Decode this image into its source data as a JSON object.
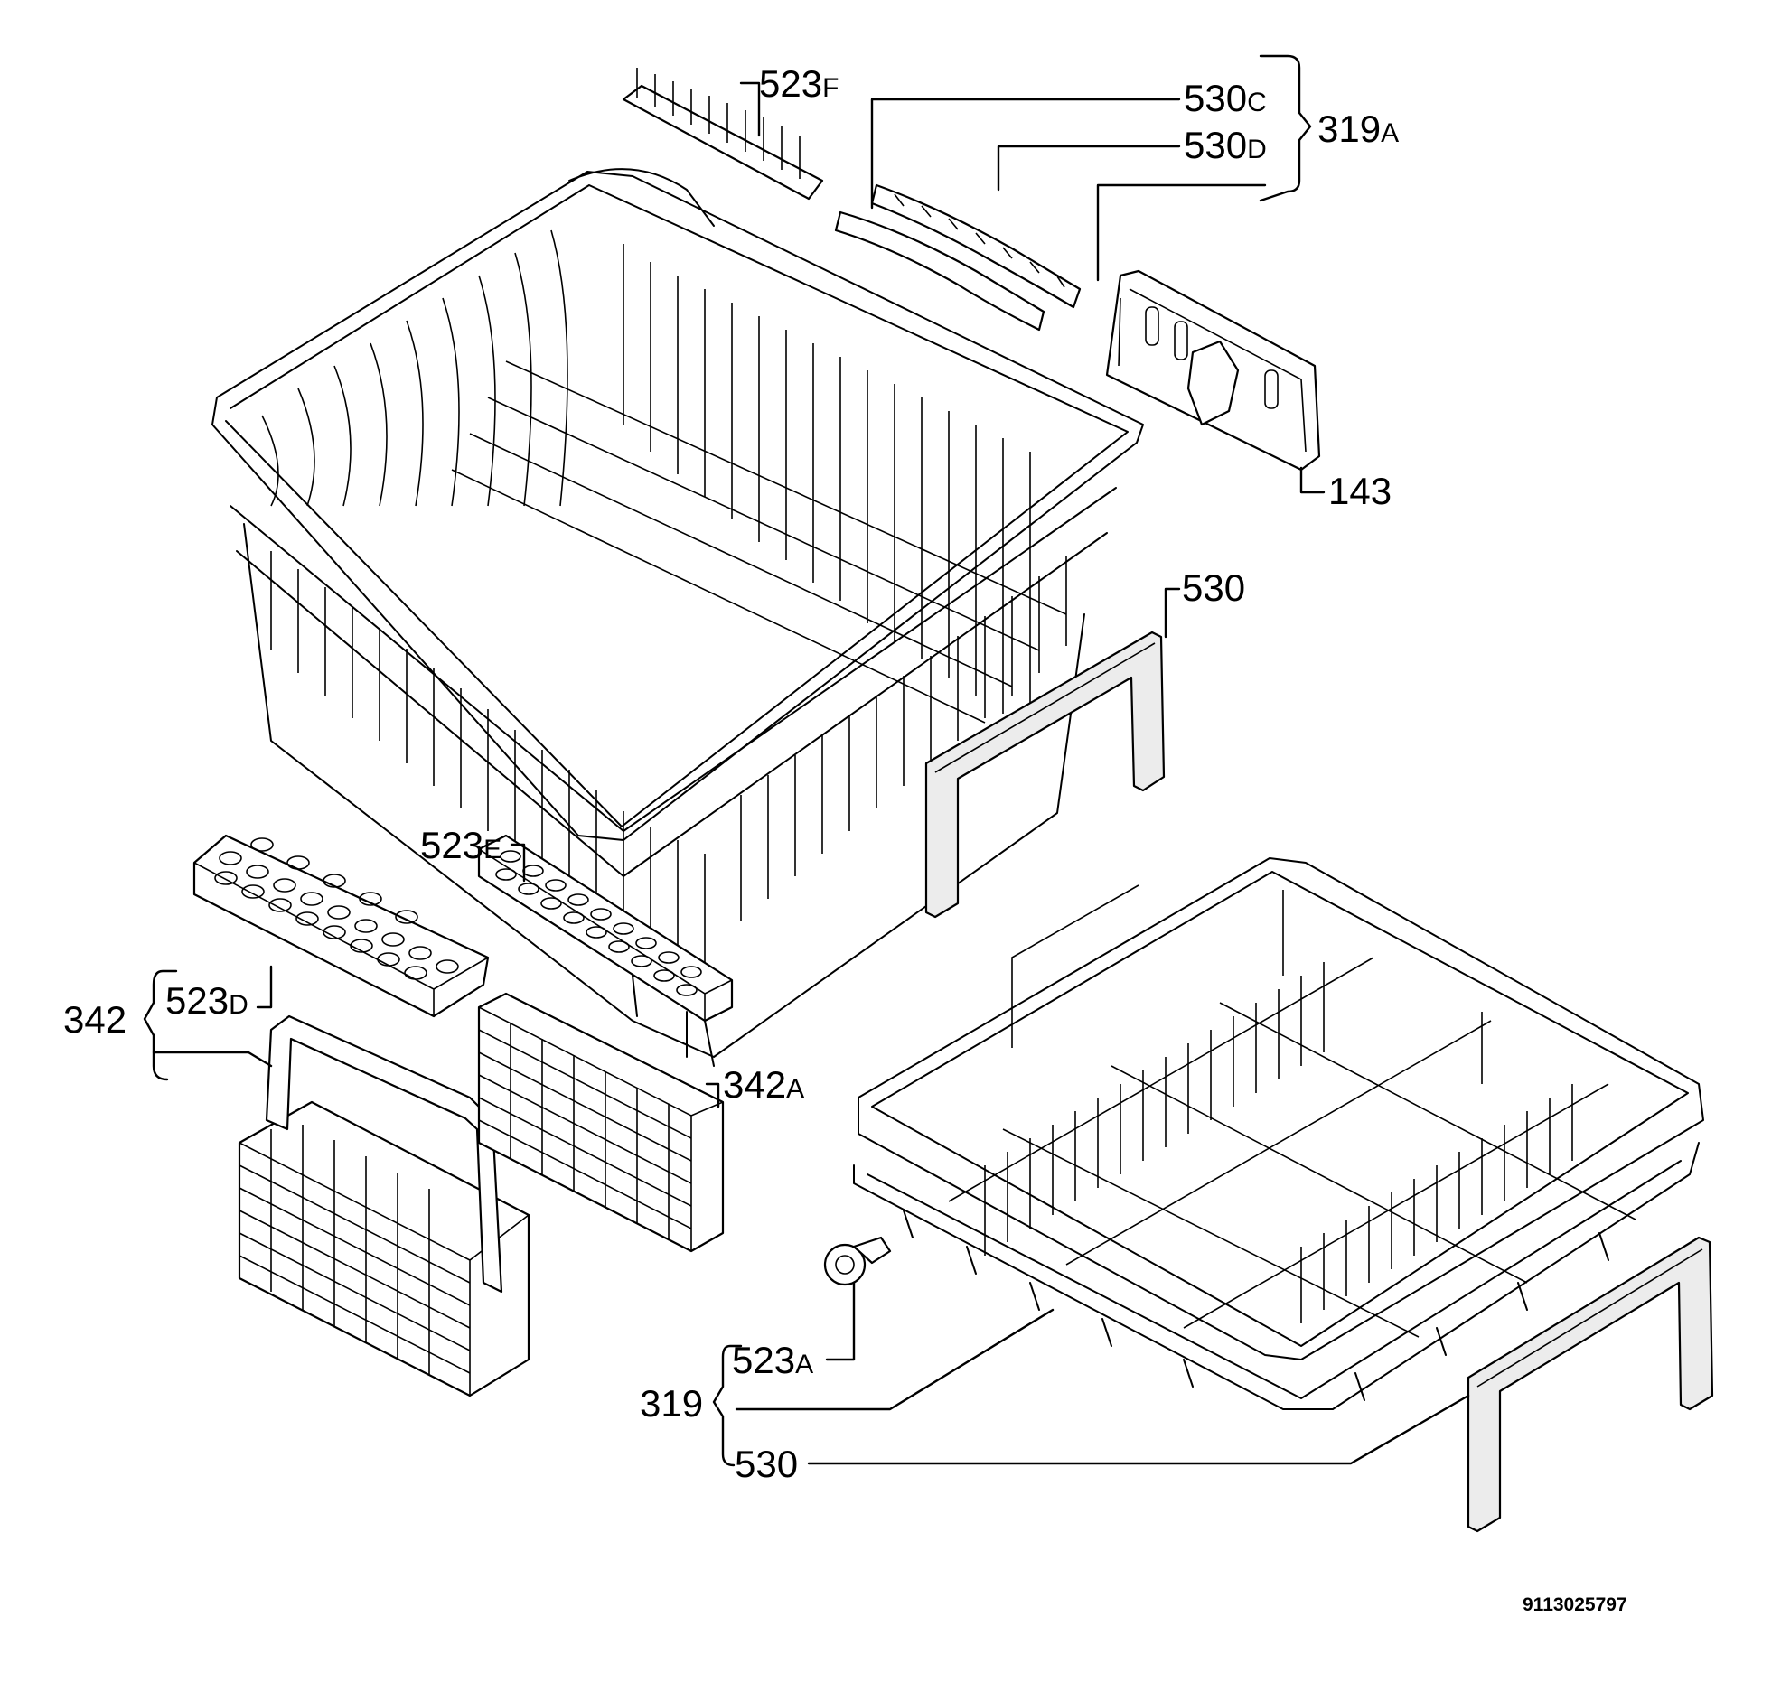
{
  "labels": {
    "p523F": {
      "num": "523",
      "suf": "F"
    },
    "p530C": {
      "num": "530",
      "suf": "C"
    },
    "p530D": {
      "num": "530",
      "suf": "D"
    },
    "p319A": {
      "num": "319",
      "suf": "A"
    },
    "p143": {
      "num": "143"
    },
    "p530_upper": {
      "num": "530"
    },
    "p523E": {
      "num": "523",
      "suf": "E"
    },
    "p342": {
      "num": "342"
    },
    "p523D": {
      "num": "523",
      "suf": "D"
    },
    "p342A": {
      "num": "342",
      "suf": "A"
    },
    "p523A": {
      "num": "523",
      "suf": "A"
    },
    "p319": {
      "num": "319"
    },
    "p530_lower": {
      "num": "530"
    }
  },
  "drawing_code": "9113025797"
}
